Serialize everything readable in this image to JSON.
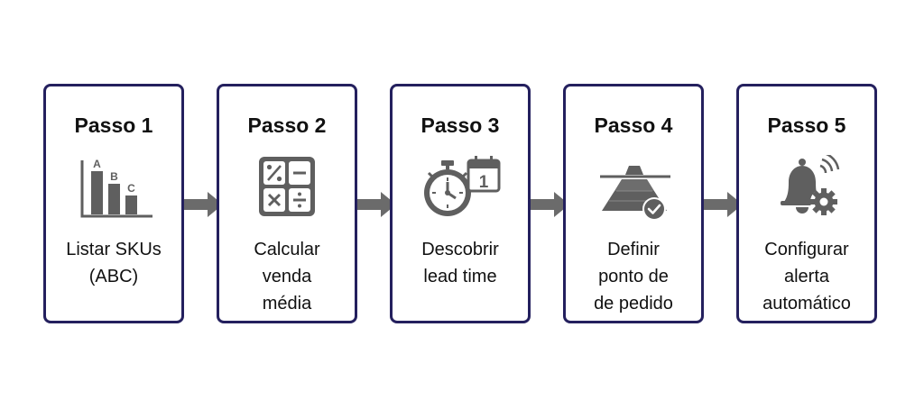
{
  "colors": {
    "border": "#24205e",
    "icon": "#5f5f5f",
    "text": "#111111",
    "arrow": "#6b6b6b"
  },
  "steps": [
    {
      "title": "Passo 1",
      "label": [
        "Listar SKUs",
        "(ABC)"
      ],
      "icon": "bar-chart-abc-icon",
      "icon_text": [
        "A",
        "B",
        "C"
      ]
    },
    {
      "title": "Passo 2",
      "label": [
        "Calcular",
        "venda",
        "média"
      ],
      "icon": "calculator-icon"
    },
    {
      "title": "Passo 3",
      "label": [
        "Descobrir",
        "lead time"
      ],
      "icon": "stopwatch-calendar-icon",
      "icon_text": [
        "1"
      ]
    },
    {
      "title": "Passo 4",
      "label": [
        "Definir",
        "ponto de",
        "de pedido"
      ],
      "icon": "stock-level-check-icon"
    },
    {
      "title": "Passo 5",
      "label": [
        "Configurar",
        "alerta",
        "automático"
      ],
      "icon": "alarm-bell-gear-icon"
    }
  ],
  "arrows": [
    "arrow-right-icon",
    "arrow-right-icon",
    "arrow-right-icon",
    "arrow-right-icon"
  ]
}
